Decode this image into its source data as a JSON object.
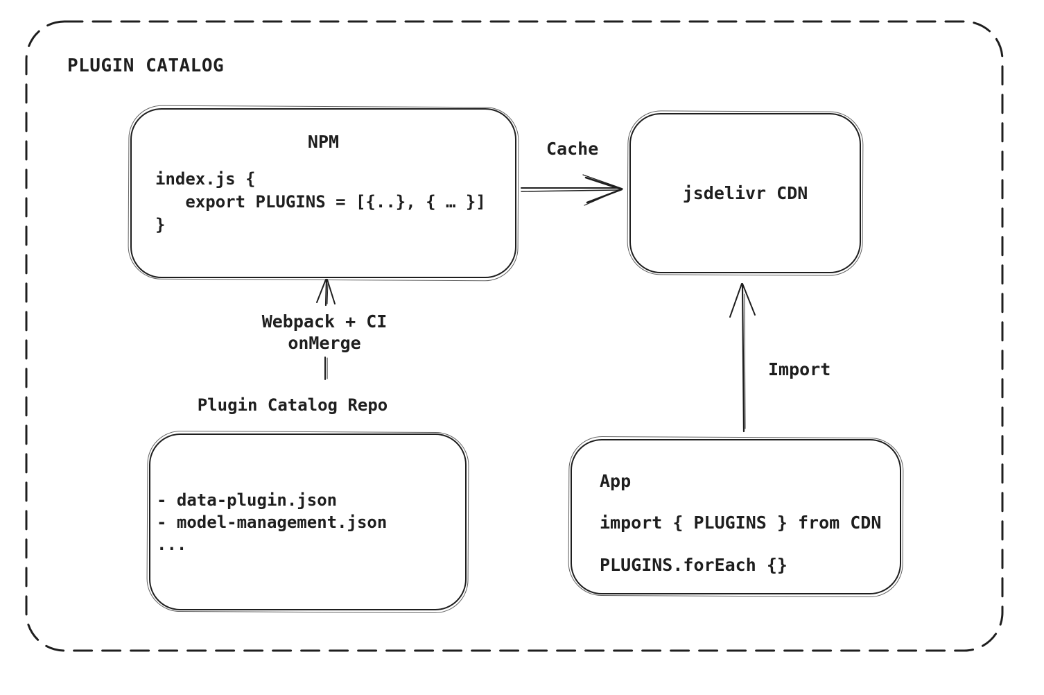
{
  "diagram": {
    "title": "PLUGIN CATALOG",
    "nodes": {
      "npm": {
        "title": "NPM",
        "code": [
          "index.js {",
          "   export PLUGINS = [{..}, { … }]",
          "}"
        ]
      },
      "cdn": {
        "label": "jsdelivr CDN"
      },
      "repo": {
        "label": "Plugin Catalog Repo",
        "items": [
          "- data-plugin.json",
          "- model-management.json",
          "..."
        ]
      },
      "app": {
        "title": "App",
        "code": [
          "import { PLUGINS } from CDN",
          "PLUGINS.forEach {}"
        ]
      }
    },
    "edges": {
      "cache": {
        "label": "Cache"
      },
      "build": {
        "labels": [
          "Webpack + CI",
          "onMerge"
        ]
      },
      "import": {
        "label": "Import"
      }
    },
    "colors": {
      "stroke": "#1e1e1e",
      "background": "#ffffff"
    }
  }
}
